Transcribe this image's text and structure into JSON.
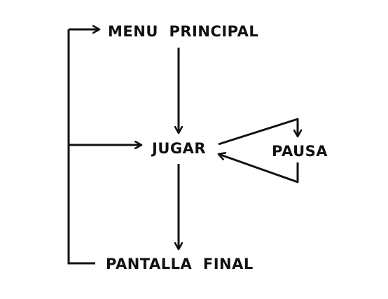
{
  "diagram": {
    "nodes": {
      "menu_principal": "MENU  PRINCIPAL",
      "jugar": "JUGAR",
      "pausa": "PAUSA",
      "pantalla_final": "PANTALLA  FINAL"
    },
    "edges": [
      {
        "from": "MENU  PRINCIPAL",
        "to": "JUGAR"
      },
      {
        "from": "JUGAR",
        "to": "PANTALLA  FINAL"
      },
      {
        "from": "JUGAR",
        "to": "PAUSA"
      },
      {
        "from": "PAUSA",
        "to": "JUGAR"
      },
      {
        "from": "PANTALLA  FINAL",
        "to": "MENU  PRINCIPAL"
      },
      {
        "from": "PANTALLA  FINAL",
        "to": "JUGAR"
      }
    ],
    "colors": {
      "stroke": "#111111",
      "background": "#ffffff"
    }
  }
}
